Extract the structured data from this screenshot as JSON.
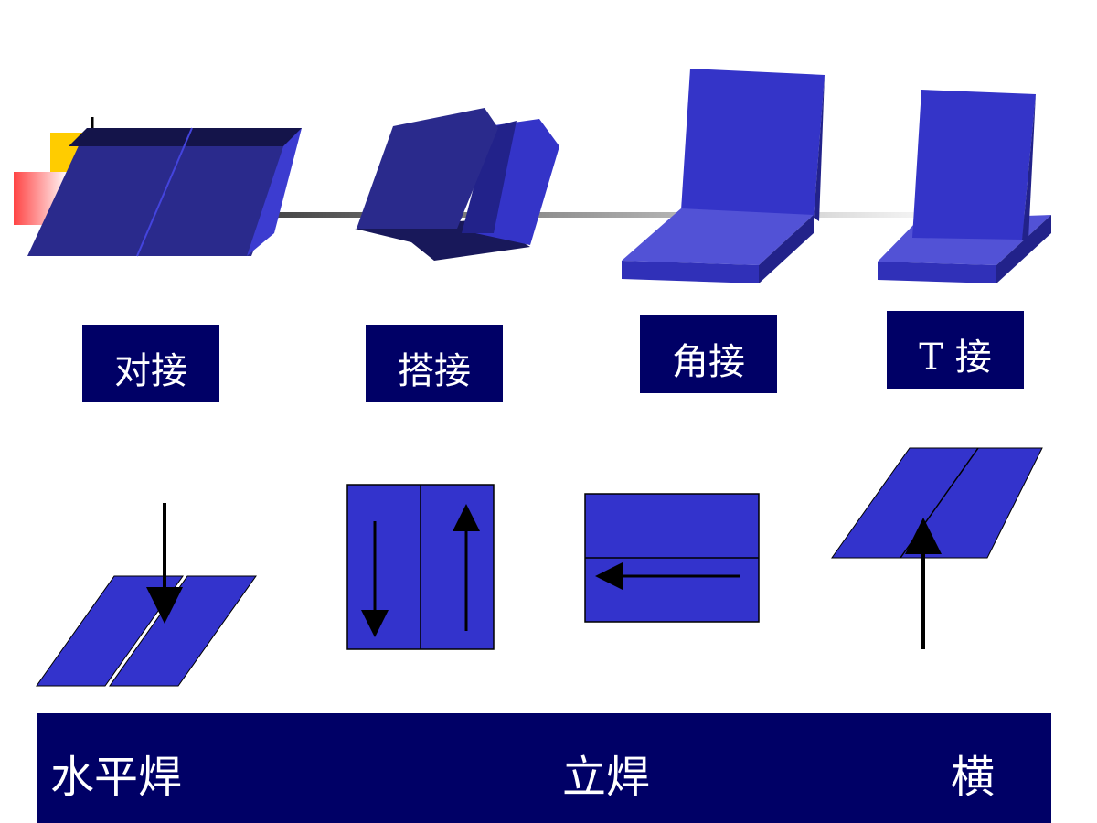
{
  "joint_types": [
    {
      "label": "对接"
    },
    {
      "label": "搭接"
    },
    {
      "label": "角接"
    },
    {
      "label": "T 接"
    }
  ],
  "positions": [
    {
      "label": "水平焊"
    },
    {
      "label": "立焊"
    },
    {
      "label": "横"
    }
  ],
  "colors": {
    "navy": "#000066",
    "blue": "#3333cc",
    "dark_blue": "#24248a",
    "light_blue": "#5252d6"
  }
}
